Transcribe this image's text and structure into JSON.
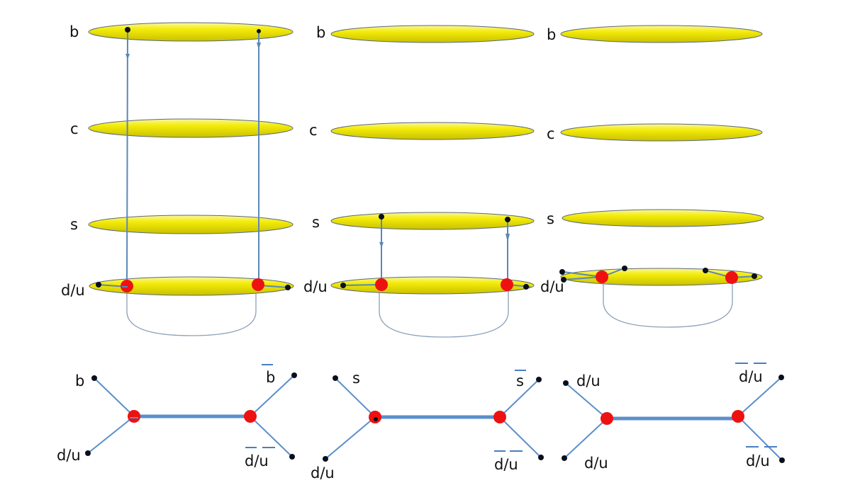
{
  "colors": {
    "disk_fill": "#f4ec0a",
    "disk_edge": "#5a6a78",
    "string_line": "#5a88b8",
    "loop_line": "#8aa0b8",
    "tube_line": "#5b8fcc",
    "node_red": "#ee1111",
    "quark_dot": "#0a0f1c",
    "overline": "#4a7ec0"
  },
  "top_panels": [
    {
      "levels": [
        {
          "label": "b"
        },
        {
          "label": "c"
        },
        {
          "label": "s"
        },
        {
          "label": "d/u"
        }
      ]
    },
    {
      "levels": [
        {
          "label": "b"
        },
        {
          "label": "c"
        },
        {
          "label": "s"
        },
        {
          "label": "d/u"
        }
      ]
    },
    {
      "levels": [
        {
          "label": "b"
        },
        {
          "label": "c"
        },
        {
          "label": "s"
        },
        {
          "label": "d/u"
        }
      ]
    }
  ],
  "bottom_diagrams": [
    {
      "left_top": "b",
      "left_bottom": "d/u",
      "right_top": "b",
      "right_bottom": "d/u"
    },
    {
      "left_top": "s",
      "left_bottom": "d/u",
      "right_top": "s",
      "right_bottom": "d/u"
    },
    {
      "left_top": "d/u",
      "left_bottom": "d/u",
      "right_top": "d/u",
      "right_bottom": "d/u"
    }
  ]
}
